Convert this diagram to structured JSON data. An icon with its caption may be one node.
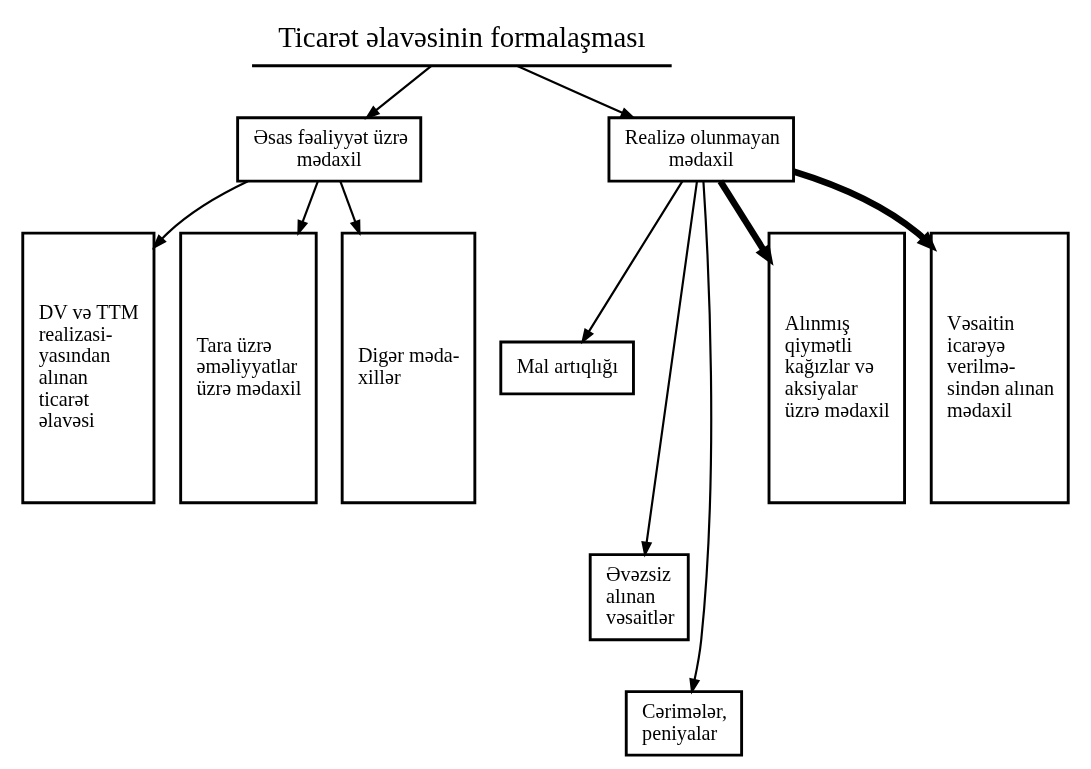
{
  "diagram": {
    "nodes": [
      {
        "text": [
          "Ticarət əlavəsinin formalaşması"
        ]
      },
      {
        "text": [
          "Əsas fəaliyyət üzrə mədaxil"
        ]
      },
      {
        "text": [
          "Realizə olunmayan mədaxil"
        ]
      },
      {
        "text": [
          "DV və TTM realizasi- yasından alınan ticarət əlavəsi"
        ]
      },
      {
        "text": [
          "Tara üzrə əməliyyatlar üzrə mədaxil"
        ]
      },
      {
        "text": [
          "Digər məda- xillər"
        ]
      },
      {
        "text": [
          "Mal artıqlığı"
        ]
      },
      {
        "text": [
          "Əvəzsiz alınan vəsaitlər"
        ]
      },
      {
        "text": [
          "Cərimələr, peniyalar"
        ]
      },
      {
        "text": [
          "Alınmış qiymətli kağızlar və aksiyalar üzrə mədaxil"
        ]
      },
      {
        "text": [
          "Vəsaitin icarəyə verilmə- sindən alınan mədaxil"
        ]
      }
    ],
    "edges": [
      {
        "from": 0,
        "to": 1,
        "arrow": "to"
      },
      {
        "from": 0,
        "to": 2,
        "arrow": "to"
      },
      {
        "from": 1,
        "to": 3,
        "arrow": "to"
      },
      {
        "from": 1,
        "to": 4,
        "arrow": "to"
      },
      {
        "from": 1,
        "to": 5,
        "arrow": "to"
      },
      {
        "from": 2,
        "to": 6,
        "arrow": "to"
      },
      {
        "from": 2,
        "to": 7,
        "arrow": "to"
      },
      {
        "from": 2,
        "to": 8,
        "arrow": "to"
      },
      {
        "from": 2,
        "to": 9,
        "arrow": "to",
        "style": "thick"
      },
      {
        "from": 2,
        "to": 10,
        "arrow": "to",
        "style": "thick"
      }
    ]
  }
}
